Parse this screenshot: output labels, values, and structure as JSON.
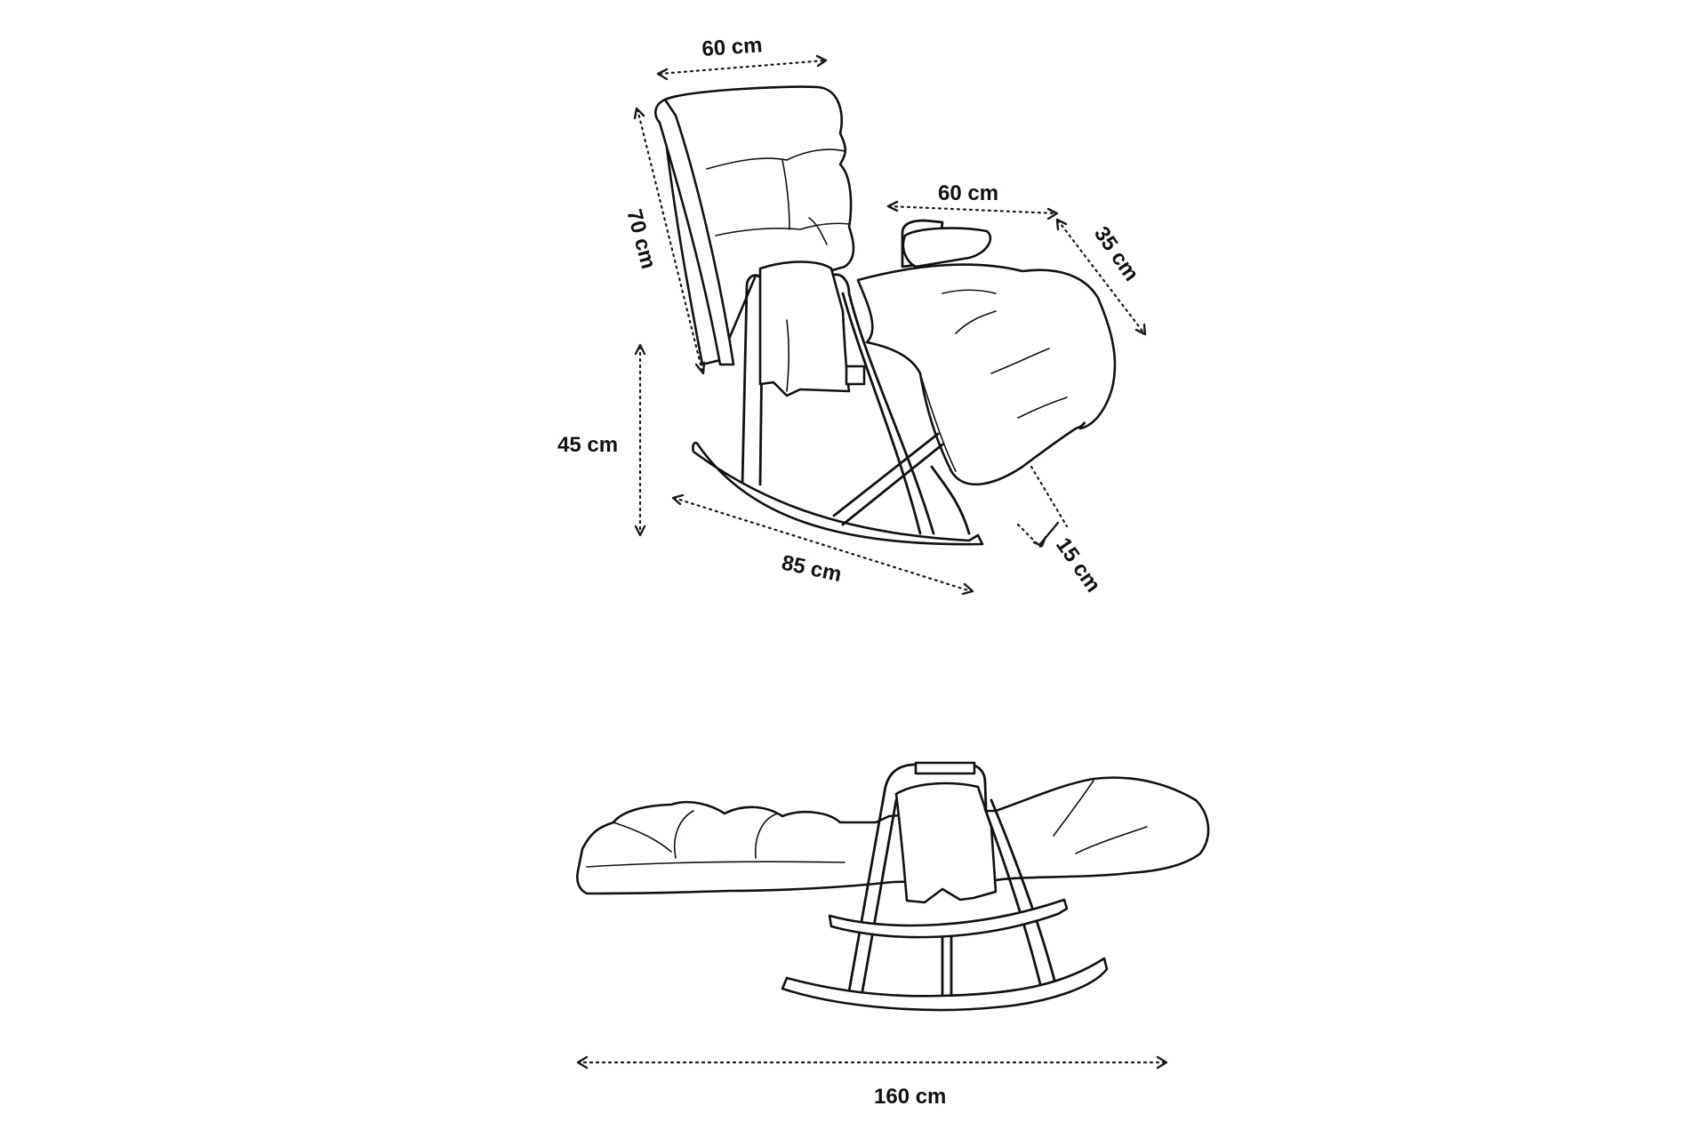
{
  "dimensions": {
    "back_width": "60 cm",
    "back_height": "70 cm",
    "footrest_width": "60 cm",
    "footrest_depth": "35 cm",
    "seat_height": "45 cm",
    "base_length": "85 cm",
    "footrest_thickness": "15 cm",
    "total_length": "160 cm"
  },
  "colors": {
    "line": "#111111",
    "background": "#ffffff"
  }
}
